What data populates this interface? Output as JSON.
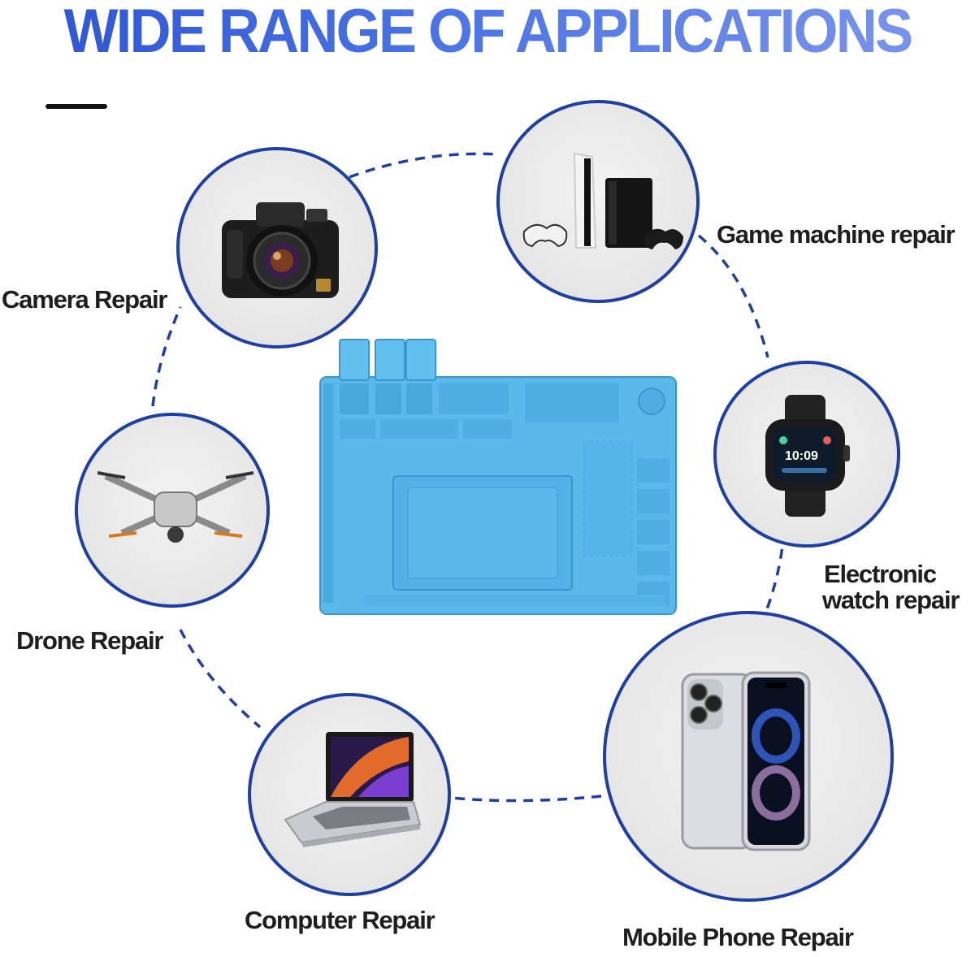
{
  "title": "WIDE RANGE OF  APPLICATIONS",
  "applications": [
    {
      "label": "Camera Repair",
      "icon": "camera-icon"
    },
    {
      "label": "Game machine repair",
      "icon": "game-console-icon"
    },
    {
      "label": "Electronic",
      "label2": "watch repair",
      "icon": "smartwatch-icon"
    },
    {
      "label": "Drone Repair",
      "icon": "drone-icon"
    },
    {
      "label": "Computer Repair",
      "icon": "laptop-icon"
    },
    {
      "label": "Mobile Phone Repair",
      "icon": "smartphone-icon"
    }
  ],
  "center_product": {
    "icon": "silicone-repair-mat-icon"
  },
  "colors": {
    "title_blue": "#3d63d6",
    "ring_blue": "#1f3fa3",
    "mat_blue": "#5bb8ec",
    "label_text": "#1e1e1e"
  }
}
